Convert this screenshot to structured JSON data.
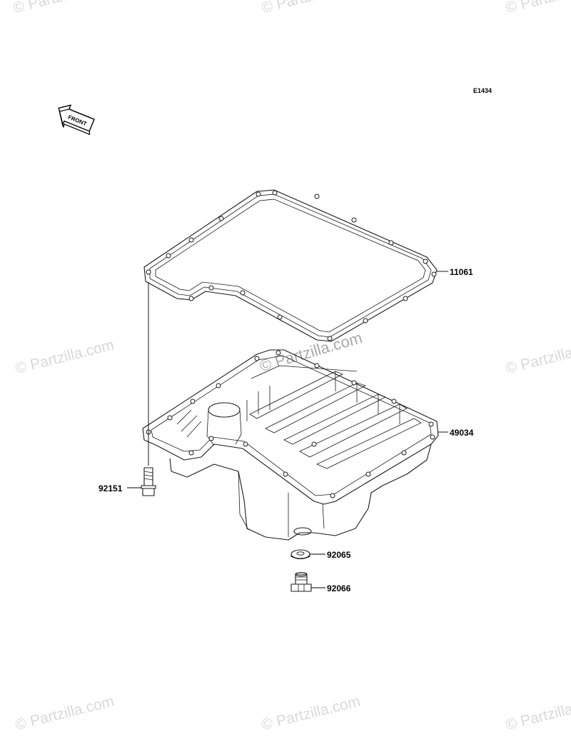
{
  "diagram": {
    "code": "E1434",
    "front_marker": "FRONT",
    "parts": [
      {
        "number": "11061"
      },
      {
        "number": "49034"
      },
      {
        "number": "92151"
      },
      {
        "number": "92065"
      },
      {
        "number": "92066"
      }
    ]
  },
  "watermark": {
    "text": "© Partzilla.com",
    "center_text": "© Partzilla.com"
  }
}
